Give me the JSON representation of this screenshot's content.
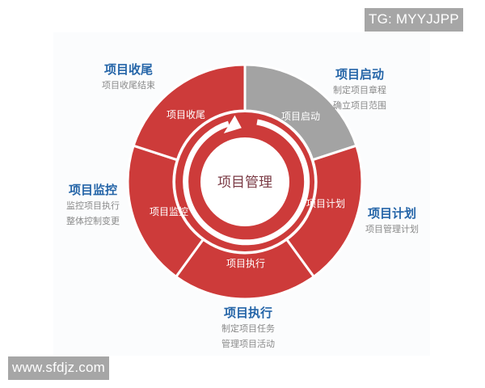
{
  "watermarks": {
    "top_right": "TG: MYYJJPP",
    "bottom_left": "www.sfdjz.com"
  },
  "colors": {
    "segment_red": "#cd3b3a",
    "segment_grey": "#a3a3a3",
    "title_blue": "#2565a8",
    "desc_grey": "#8a8a8a",
    "center_text": "#7a3a44"
  },
  "diagram": {
    "center_label": "项目管理",
    "segments": [
      {
        "label": "项目启动",
        "color": "grey"
      },
      {
        "label": "项目计划",
        "color": "red"
      },
      {
        "label": "项目执行",
        "color": "red"
      },
      {
        "label": "项目监控",
        "color": "red"
      },
      {
        "label": "项目收尾",
        "color": "red"
      }
    ],
    "callouts": {
      "initiate": {
        "title": "项目启动",
        "lines": [
          "制定项目章程",
          "确立项目范围"
        ]
      },
      "plan": {
        "title": "项目计划",
        "lines": [
          "项目管理计划"
        ]
      },
      "execute": {
        "title": "项目执行",
        "lines": [
          "制定项目任务",
          "管理项目活动"
        ]
      },
      "monitor": {
        "title": "项目监控",
        "lines": [
          "监控项目执行",
          "整体控制变更"
        ]
      },
      "close": {
        "title": "项目收尾",
        "lines": [
          "项目收尾结束"
        ]
      }
    }
  }
}
